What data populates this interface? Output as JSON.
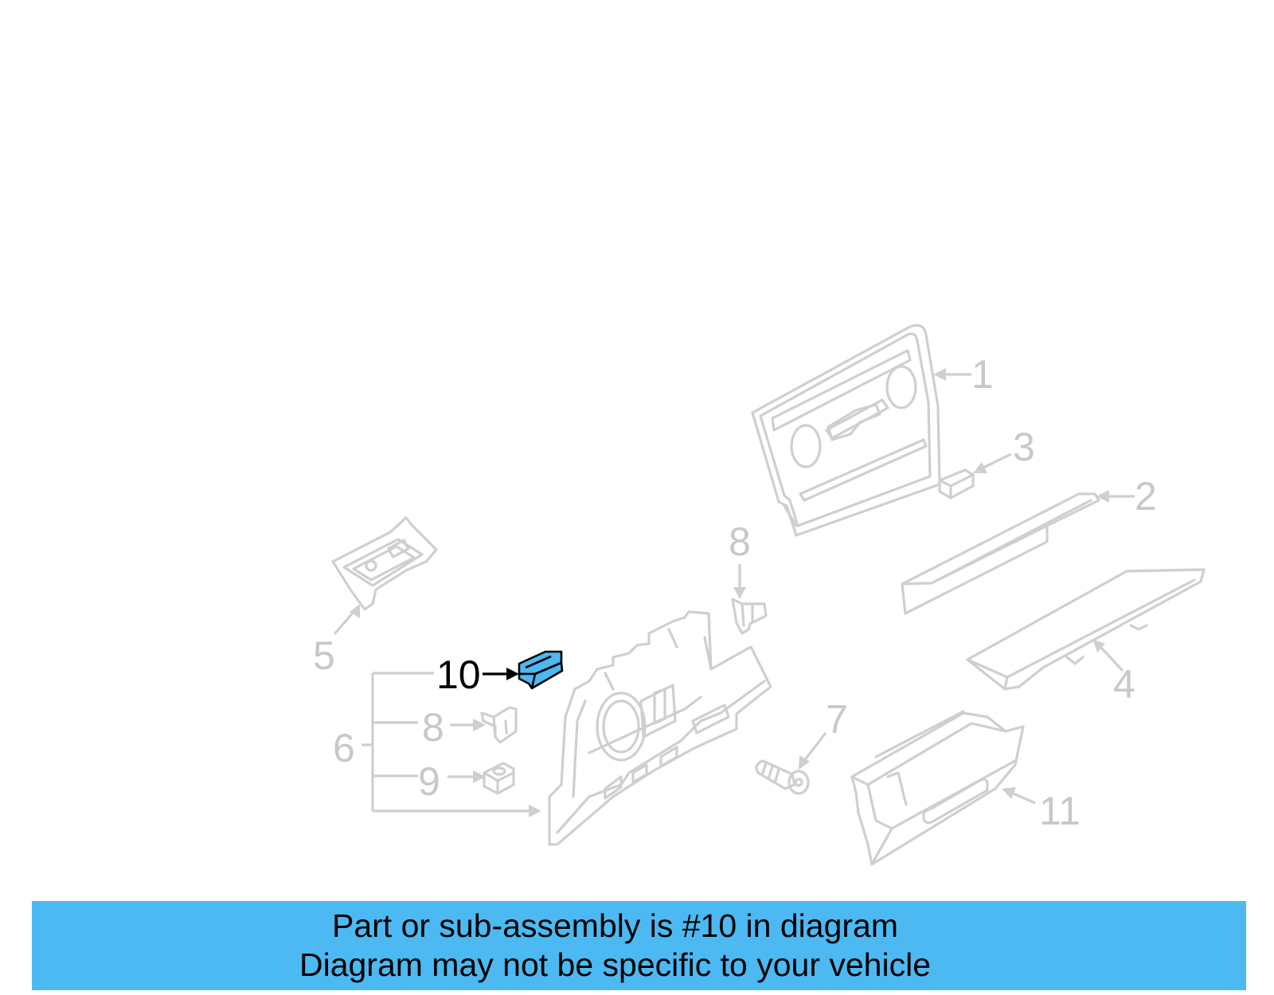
{
  "colors": {
    "highlight": "#4cb9f2",
    "banner": "#4cb9f2",
    "inactive": "#cfcfcf",
    "active": "#000000"
  },
  "callouts": {
    "c1": "1",
    "c2": "2",
    "c3": "3",
    "c4": "4",
    "c5": "5",
    "c6": "6",
    "c7": "7",
    "c8_top": "8",
    "c8_side": "8",
    "c9": "9",
    "c10": "10",
    "c11": "11"
  },
  "active_callout": "10",
  "banner": {
    "line1": "Part or sub-assembly is #10 in diagram",
    "line2": "Diagram may not be specific to your vehicle"
  }
}
